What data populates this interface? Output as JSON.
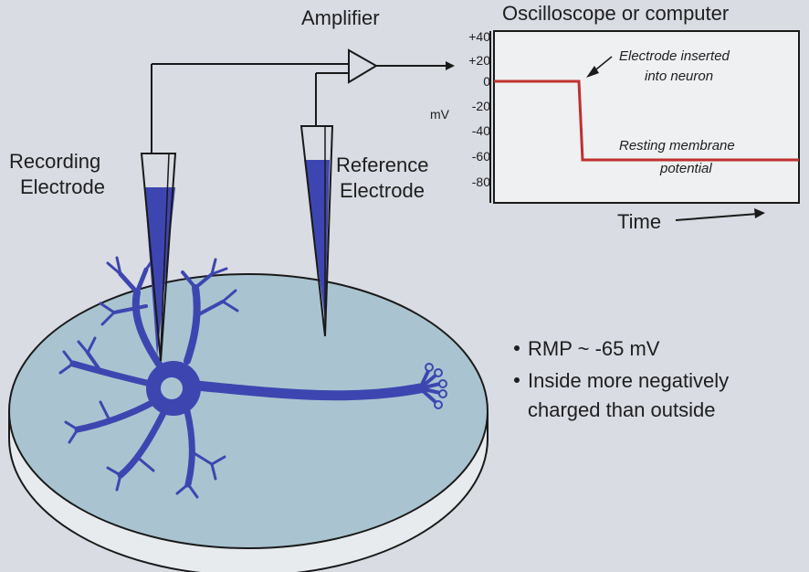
{
  "title": "Oscilloscope or computer",
  "amplifier_label": "Amplifier",
  "recording_electrode": {
    "line1": "Recording",
    "line2": "Electrode"
  },
  "reference_electrode": {
    "line1": "Reference",
    "line2": "Electrode"
  },
  "axis": {
    "ylabel": "mV",
    "xlabel": "Time",
    "ticks": [
      "+40",
      "+20",
      "0",
      "-20",
      "-40",
      "-60",
      "-80"
    ]
  },
  "annotations": {
    "inserted_line1": "Electrode inserted",
    "inserted_line2": "into neuron",
    "resting_line1": "Resting membrane",
    "resting_line2": "potential"
  },
  "bullets": {
    "b1": "RMP ~  -65 mV",
    "b2_line1": "Inside more negatively",
    "b2_line2": "charged than outside"
  },
  "colors": {
    "dish": "#a9c4d0",
    "dish_edge": "#1a1a1a",
    "neuron": "#3d46b0",
    "electrolyte": "#3d46b0",
    "trace": "#c0302c",
    "background": "#d9dce2"
  }
}
